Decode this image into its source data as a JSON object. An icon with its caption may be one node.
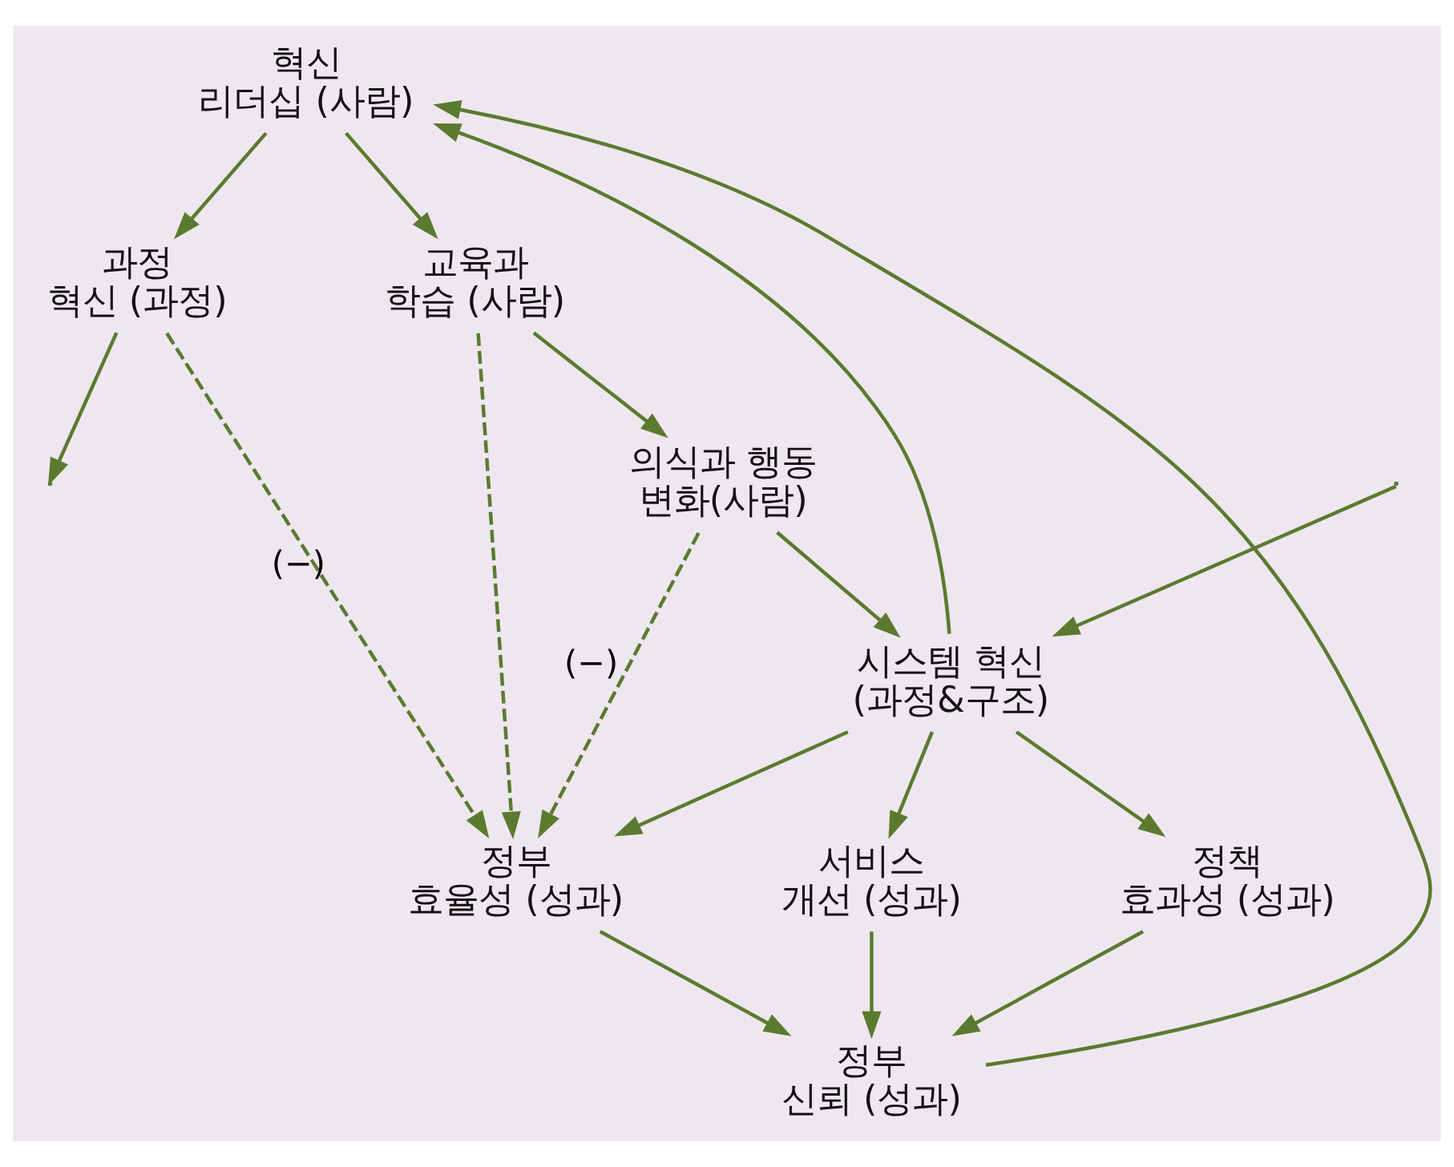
{
  "diagram": {
    "nodes": [
      {
        "text": [
          "혁신 리더십 (사람)"
        ]
      },
      {
        "text": [
          "과정 혁신 (과정)"
        ]
      },
      {
        "text": [
          "교육과 학습 (사람)"
        ]
      },
      {
        "text": [
          "의식과 행동 변화(사람)"
        ]
      },
      {
        "text": [
          "시스템 혁신 (과정&구조)"
        ]
      },
      {
        "text": [
          "정부 효율성 (성과)"
        ]
      },
      {
        "text": [
          "서비스 개선 (성과)"
        ]
      },
      {
        "text": [
          "정책 효과성 (성과)"
        ]
      },
      {
        "text": [
          "정부 신뢰 (성과)"
        ]
      }
    ],
    "edges": [
      {
        "from": 0,
        "to": 1,
        "arrow": "to"
      },
      {
        "from": 0,
        "to": 2,
        "arrow": "to"
      },
      {
        "from": 1,
        "to": null,
        "arrow": "to"
      },
      {
        "from": 1,
        "to": 5,
        "arrow": "to",
        "style": "dashed",
        "label": "(−)"
      },
      {
        "from": 2,
        "to": 3,
        "arrow": "to"
      },
      {
        "from": 2,
        "to": 5,
        "arrow": "to",
        "style": "dashed"
      },
      {
        "from": null,
        "to": 4,
        "arrow": "to"
      },
      {
        "from": 3,
        "to": 4,
        "arrow": "to"
      },
      {
        "from": 3,
        "to": 5,
        "arrow": "to",
        "style": "dashed",
        "label": "(−)"
      },
      {
        "from": 4,
        "to": 0,
        "arrow": "to"
      },
      {
        "from": 4,
        "to": 5,
        "arrow": "to"
      },
      {
        "from": 4,
        "to": 6,
        "arrow": "to"
      },
      {
        "from": 4,
        "to": 7,
        "arrow": "to"
      },
      {
        "from": 6,
        "to": 8,
        "arrow": "to"
      },
      {
        "from": 7,
        "to": 8,
        "arrow": "to"
      },
      {
        "from": 5,
        "to": 8,
        "arrow": "to"
      },
      {
        "from": 8,
        "to": 0,
        "arrow": "to"
      }
    ]
  }
}
